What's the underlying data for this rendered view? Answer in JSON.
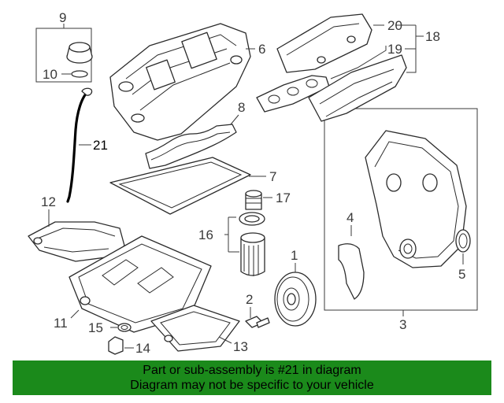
{
  "callouts": {
    "c1": "1",
    "c2": "2",
    "c3": "3",
    "c4": "4",
    "c5": "5",
    "c6": "6",
    "c7": "7",
    "c8": "8",
    "c9": "9",
    "c10": "10",
    "c11": "11",
    "c12": "12",
    "c13": "13",
    "c14": "14",
    "c15": "15",
    "c16": "16",
    "c17": "17",
    "c18": "18",
    "c19": "19",
    "c20": "20",
    "c21": "21"
  },
  "highlight_part": "21",
  "banner": {
    "line1": "Part or sub-assembly is #21 in diagram",
    "line2": "Diagram may not be specific to your vehicle",
    "color": "#1b8a1b"
  }
}
